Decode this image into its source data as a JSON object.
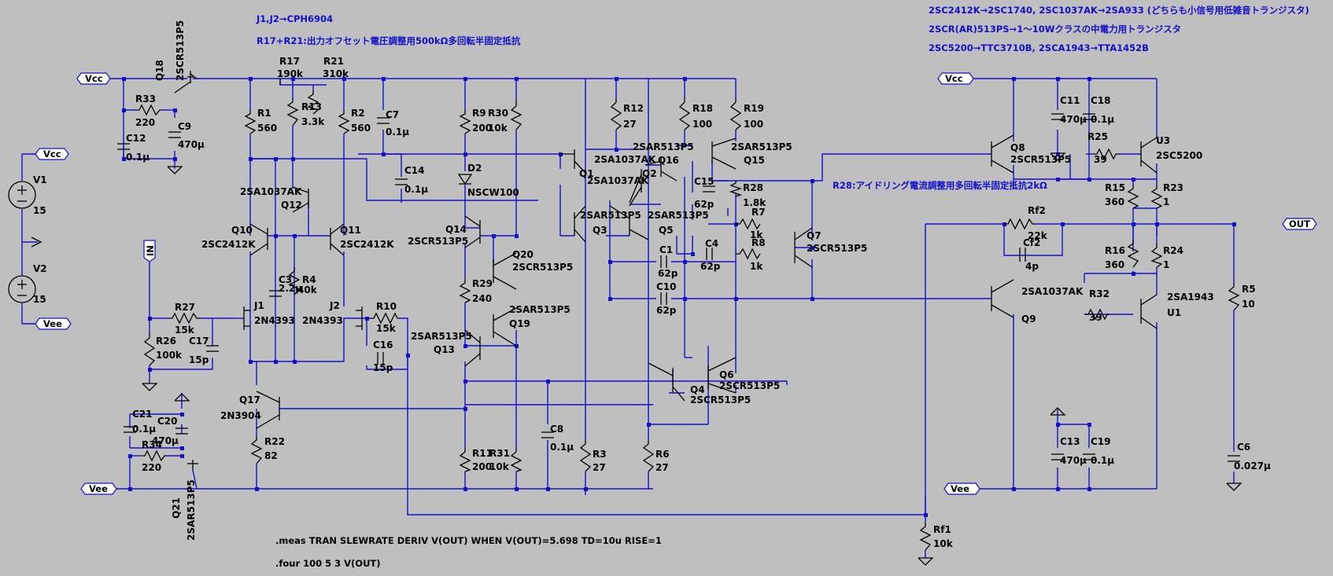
{
  "notes": [
    "J1,J2→CPH6904",
    "R17+R21:出力オフセット電圧調整用500kΩ多回転半固定抵抗",
    "2SC2412K→2SC1740, 2SC1037AK→2SA933 (どちらも小信号用低雑音トランジスタ)",
    "2SCR(AR)513PS→1～10Wクラスの中電力用トランジスタ",
    "2SC5200→TTC3710B, 2SCA1943→TTA1452B",
    "R28:アイドリング電流調整用多回転半固定抵抗2kΩ"
  ],
  "directives": [
    ".meas TRAN SLEWRATE DERIV V(OUT) WHEN V(OUT)=5.698 TD=10u RISE=1",
    ".four 100 5 3 V(OUT)"
  ],
  "ports": {
    "vcc": "Vcc",
    "vee": "Vee",
    "in": "IN",
    "out": "OUT"
  },
  "labels": [
    {
      "id": "q18",
      "t": "Q18"
    },
    {
      "id": "q18p",
      "t": "2SCR513P5"
    },
    {
      "id": "r33",
      "t": "R33"
    },
    {
      "id": "r33v",
      "t": "220"
    },
    {
      "id": "c9",
      "t": "C9"
    },
    {
      "id": "c9v",
      "t": "470μ"
    },
    {
      "id": "c12",
      "t": "C12"
    },
    {
      "id": "c12v",
      "t": "0.1μ"
    },
    {
      "id": "v1",
      "t": "V1"
    },
    {
      "id": "v1v",
      "t": "15"
    },
    {
      "id": "v2",
      "t": "V2"
    },
    {
      "id": "v2v",
      "t": "15"
    },
    {
      "id": "r17",
      "t": "R17"
    },
    {
      "id": "r17v",
      "t": "190k"
    },
    {
      "id": "r21",
      "t": "R21"
    },
    {
      "id": "r21v",
      "t": "310k"
    },
    {
      "id": "r1",
      "t": "R1"
    },
    {
      "id": "r1v",
      "t": "560"
    },
    {
      "id": "r13",
      "t": "R13"
    },
    {
      "id": "r13v",
      "t": "3.3k"
    },
    {
      "id": "r2",
      "t": "R2"
    },
    {
      "id": "r2v",
      "t": "560"
    },
    {
      "id": "c7",
      "t": "C7"
    },
    {
      "id": "c7v",
      "t": "0.1μ"
    },
    {
      "id": "r9",
      "t": "R9"
    },
    {
      "id": "r9v",
      "t": "200"
    },
    {
      "id": "r30",
      "t": "R30"
    },
    {
      "id": "r30v",
      "t": "10k"
    },
    {
      "id": "r12",
      "t": "R12"
    },
    {
      "id": "r12v",
      "t": "27"
    },
    {
      "id": "r18",
      "t": "R18"
    },
    {
      "id": "r18v",
      "t": "100"
    },
    {
      "id": "r19",
      "t": "R19"
    },
    {
      "id": "r19v",
      "t": "100"
    },
    {
      "id": "d2",
      "t": "D2"
    },
    {
      "id": "d2p",
      "t": "NSCW100"
    },
    {
      "id": "c14",
      "t": "C14"
    },
    {
      "id": "c14v",
      "t": "0.1μ"
    },
    {
      "id": "q12p",
      "t": "2SA1037AK"
    },
    {
      "id": "q12",
      "t": "Q12"
    },
    {
      "id": "q10",
      "t": "Q10"
    },
    {
      "id": "q10p",
      "t": "2SC2412K"
    },
    {
      "id": "q11",
      "t": "Q11"
    },
    {
      "id": "q11p",
      "t": "2SC2412K"
    },
    {
      "id": "c3",
      "t": "C3"
    },
    {
      "id": "c3v",
      "t": "2.2μ"
    },
    {
      "id": "r4",
      "t": "R4"
    },
    {
      "id": "r4v",
      "t": "40k"
    },
    {
      "id": "j1",
      "t": "J1"
    },
    {
      "id": "j1p",
      "t": "2N4393"
    },
    {
      "id": "j2",
      "t": "J2"
    },
    {
      "id": "j2p",
      "t": "2N4393"
    },
    {
      "id": "r27",
      "t": "R27"
    },
    {
      "id": "r27v",
      "t": "15k"
    },
    {
      "id": "r26",
      "t": "R26"
    },
    {
      "id": "r26v",
      "t": "100k"
    },
    {
      "id": "c17",
      "t": "C17"
    },
    {
      "id": "c17v",
      "t": "15p"
    },
    {
      "id": "r10",
      "t": "R10"
    },
    {
      "id": "r10v",
      "t": "15k"
    },
    {
      "id": "c16",
      "t": "C16"
    },
    {
      "id": "c16v",
      "t": "15p"
    },
    {
      "id": "q17",
      "t": "Q17"
    },
    {
      "id": "q17p",
      "t": "2N3904"
    },
    {
      "id": "r22",
      "t": "R22"
    },
    {
      "id": "r22v",
      "t": "82"
    },
    {
      "id": "c21",
      "t": "C21"
    },
    {
      "id": "c21v",
      "t": "0.1μ"
    },
    {
      "id": "c20",
      "t": "C20"
    },
    {
      "id": "c20v",
      "t": "470μ"
    },
    {
      "id": "r34",
      "t": "R34"
    },
    {
      "id": "r34v",
      "t": "220"
    },
    {
      "id": "q21",
      "t": "Q21"
    },
    {
      "id": "q21p",
      "t": "2SAR513P5"
    },
    {
      "id": "q14",
      "t": "Q14"
    },
    {
      "id": "q14p",
      "t": "2SCR513P5"
    },
    {
      "id": "q20",
      "t": "Q20"
    },
    {
      "id": "q20p",
      "t": "2SCR513P5"
    },
    {
      "id": "r29",
      "t": "R29"
    },
    {
      "id": "r29v",
      "t": "240"
    },
    {
      "id": "q19p",
      "t": "2SAR513P5"
    },
    {
      "id": "q19",
      "t": "Q19"
    },
    {
      "id": "q13p",
      "t": "2SAR513P5"
    },
    {
      "id": "q13",
      "t": "Q13"
    },
    {
      "id": "r11",
      "t": "R11"
    },
    {
      "id": "r11v",
      "t": "200"
    },
    {
      "id": "r31",
      "t": "R31"
    },
    {
      "id": "r31v",
      "t": "10k"
    },
    {
      "id": "c8",
      "t": "C8"
    },
    {
      "id": "c8v",
      "t": "0.1μ"
    },
    {
      "id": "r3",
      "t": "R3"
    },
    {
      "id": "r3v",
      "t": "27"
    },
    {
      "id": "r6",
      "t": "R6"
    },
    {
      "id": "r6v",
      "t": "27"
    },
    {
      "id": "q1",
      "t": "Q1"
    },
    {
      "id": "q1p",
      "t": "2SA1037AK"
    },
    {
      "id": "q1p2",
      "t": "2SA1037AK"
    },
    {
      "id": "q2",
      "t": "Q2"
    },
    {
      "id": "q16p",
      "t": "2SAR513P5"
    },
    {
      "id": "q16",
      "t": "Q16"
    },
    {
      "id": "q3p",
      "t": "2SAR513P5"
    },
    {
      "id": "q3",
      "t": "Q3"
    },
    {
      "id": "q5p",
      "t": "2SAR513P5"
    },
    {
      "id": "q5",
      "t": "Q5"
    },
    {
      "id": "q15p",
      "t": "2SAR513P5"
    },
    {
      "id": "q15",
      "t": "Q15"
    },
    {
      "id": "c15",
      "t": "C15"
    },
    {
      "id": "c15v",
      "t": "62p"
    },
    {
      "id": "c1",
      "t": "C1"
    },
    {
      "id": "c1v",
      "t": "62p"
    },
    {
      "id": "c4",
      "t": "C4"
    },
    {
      "id": "c4v",
      "t": "62p"
    },
    {
      "id": "c10",
      "t": "C10"
    },
    {
      "id": "c10v",
      "t": "62p"
    },
    {
      "id": "r28",
      "t": "R28"
    },
    {
      "id": "r28v",
      "t": "1.8k"
    },
    {
      "id": "r7",
      "t": "R7"
    },
    {
      "id": "r7v",
      "t": "1k"
    },
    {
      "id": "r8",
      "t": "R8"
    },
    {
      "id": "r8v",
      "t": "1k"
    },
    {
      "id": "q7",
      "t": "Q7"
    },
    {
      "id": "q7p",
      "t": "2SCR513P5"
    },
    {
      "id": "q6",
      "t": "Q6"
    },
    {
      "id": "q6p",
      "t": "2SCR513P5"
    },
    {
      "id": "q4",
      "t": "Q4"
    },
    {
      "id": "q4p",
      "t": "2SCR513P5"
    },
    {
      "id": "c11",
      "t": "C11"
    },
    {
      "id": "c11v",
      "t": "470μ"
    },
    {
      "id": "c18",
      "t": "C18"
    },
    {
      "id": "c18v",
      "t": "0.1μ"
    },
    {
      "id": "r25",
      "t": "R25"
    },
    {
      "id": "r25v",
      "t": "39"
    },
    {
      "id": "u3",
      "t": "U3"
    },
    {
      "id": "u3p",
      "t": "2SC5200"
    },
    {
      "id": "q8",
      "t": "Q8"
    },
    {
      "id": "q8p",
      "t": "2SCR513P5"
    },
    {
      "id": "r15",
      "t": "R15"
    },
    {
      "id": "r15v",
      "t": "360"
    },
    {
      "id": "r23",
      "t": "R23"
    },
    {
      "id": "r23v",
      "t": "1"
    },
    {
      "id": "rf2",
      "t": "Rf2"
    },
    {
      "id": "rf2v",
      "t": "22k"
    },
    {
      "id": "cf2",
      "t": "Cf2"
    },
    {
      "id": "cf2v",
      "t": "4p"
    },
    {
      "id": "r16",
      "t": "R16"
    },
    {
      "id": "r16v",
      "t": "360"
    },
    {
      "id": "r24",
      "t": "R24"
    },
    {
      "id": "r24v",
      "t": "1"
    },
    {
      "id": "q9p",
      "t": "2SA1037AK"
    },
    {
      "id": "q9",
      "t": "Q9"
    },
    {
      "id": "r32",
      "t": "R32"
    },
    {
      "id": "r32v",
      "t": "39"
    },
    {
      "id": "u1p",
      "t": "2SA1943"
    },
    {
      "id": "u1",
      "t": "U1"
    },
    {
      "id": "r5",
      "t": "R5"
    },
    {
      "id": "r5v",
      "t": "10"
    },
    {
      "id": "c13",
      "t": "C13"
    },
    {
      "id": "c13v",
      "t": "470μ"
    },
    {
      "id": "c19",
      "t": "C19"
    },
    {
      "id": "c19v",
      "t": "0.1μ"
    },
    {
      "id": "c6",
      "t": "C6"
    },
    {
      "id": "c6v",
      "t": "0.027μ"
    },
    {
      "id": "rf1",
      "t": "Rf1"
    },
    {
      "id": "rf1v",
      "t": "10k"
    }
  ]
}
